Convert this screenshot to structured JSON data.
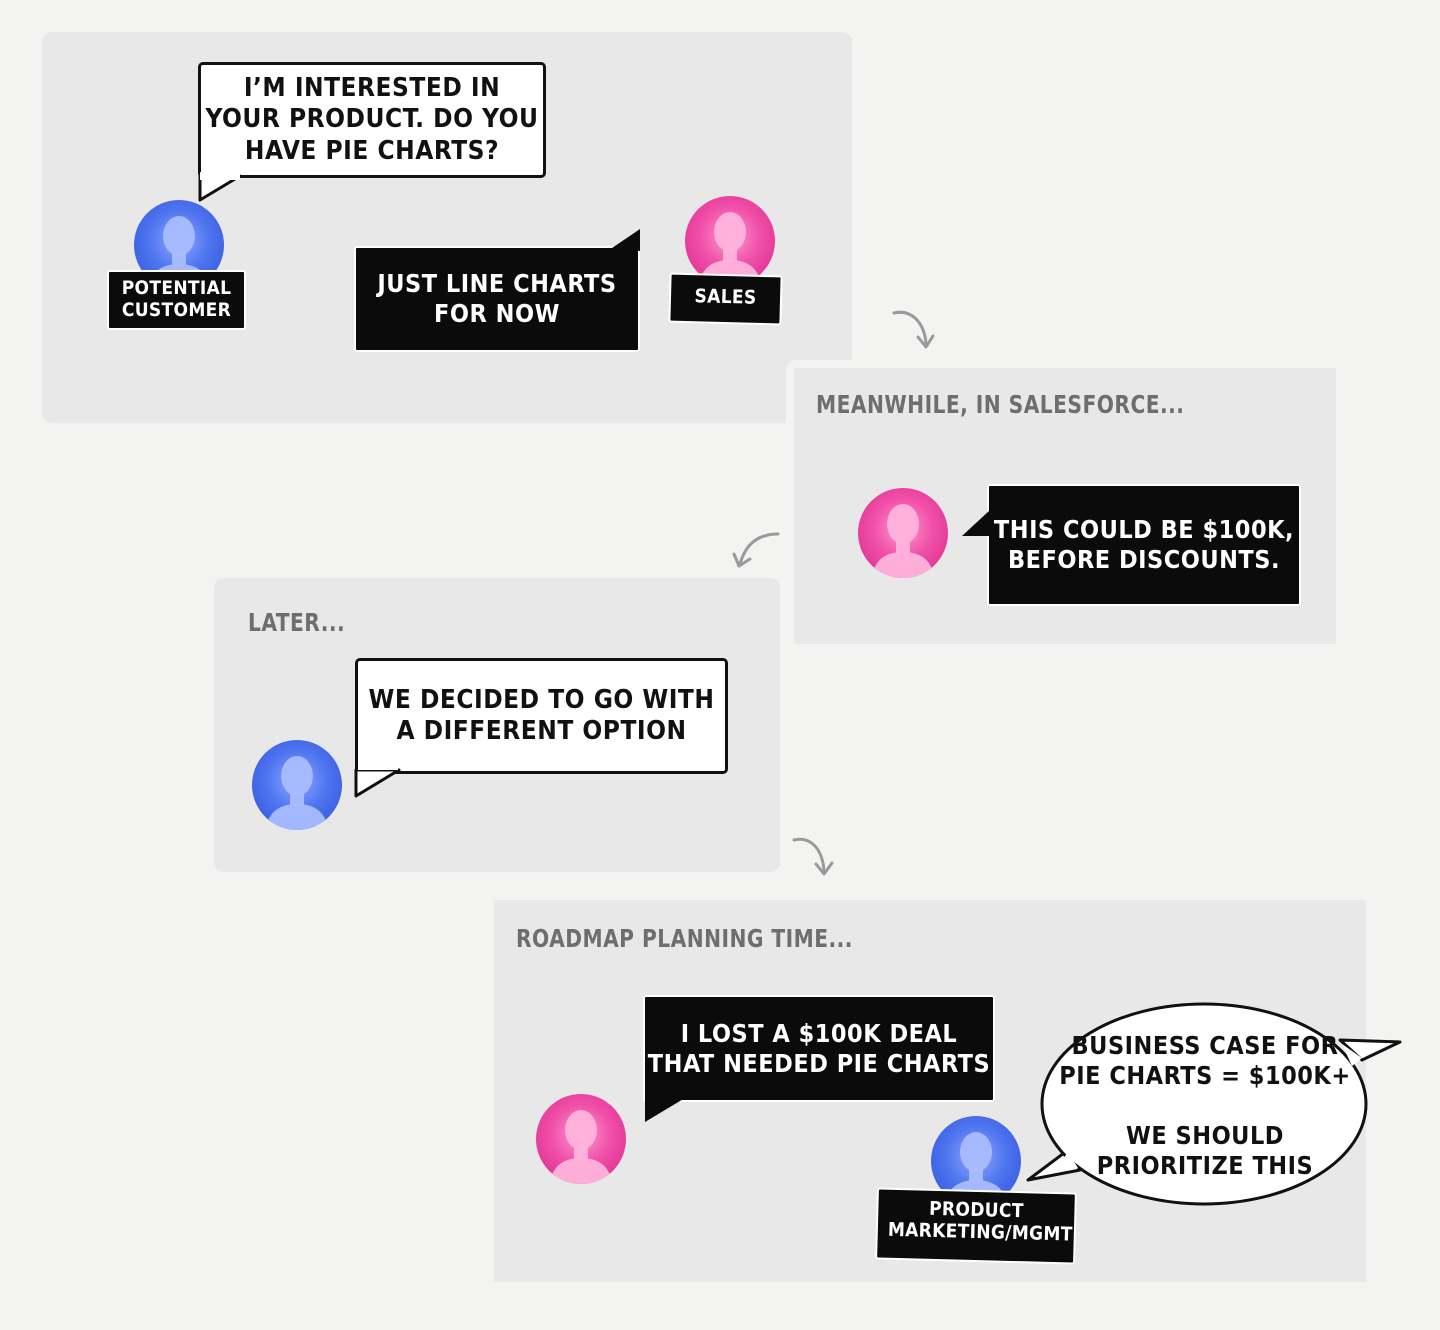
{
  "panels": {
    "first": {
      "customer_bubble": "I’M INTERESTED IN\nYOUR PRODUCT. DO YOU\nHAVE PIE CHARTS?",
      "sales_bubble": "JUST LINE CHARTS\nFOR NOW",
      "customer_tag": "POTENTIAL\nCUSTOMER",
      "sales_tag": "SALES"
    },
    "salesforce": {
      "caption": "MEANWHILE, IN SALESFORCE...",
      "sales_bubble": "THIS COULD BE $100K,\nBEFORE DISCOUNTS."
    },
    "later": {
      "caption": "LATER...",
      "customer_bubble": "WE DECIDED TO GO WITH\nA DIFFERENT OPTION"
    },
    "roadmap": {
      "caption": "ROADMAP PLANNING TIME...",
      "sales_bubble": "I LOST A $100K DEAL\nTHAT NEEDED PIE CHARTS",
      "pm_bubble": "BUSINESS CASE FOR\nPIE CHARTS = $100K+\n\nWE SHOULD\nPRIORITIZE THIS",
      "pm_tag": "PRODUCT\nMARKETING/MGMT"
    }
  },
  "colors": {
    "background": "#f3f3f2",
    "panel": "#e8e8e8",
    "caption": "#6e6e6e",
    "customer_avatar": "#4f75f0",
    "sales_avatar": "#f04fa8",
    "pm_avatar": "#4f75f0"
  },
  "icons": [
    "person-silhouette-icon",
    "curved-arrow-icon"
  ]
}
